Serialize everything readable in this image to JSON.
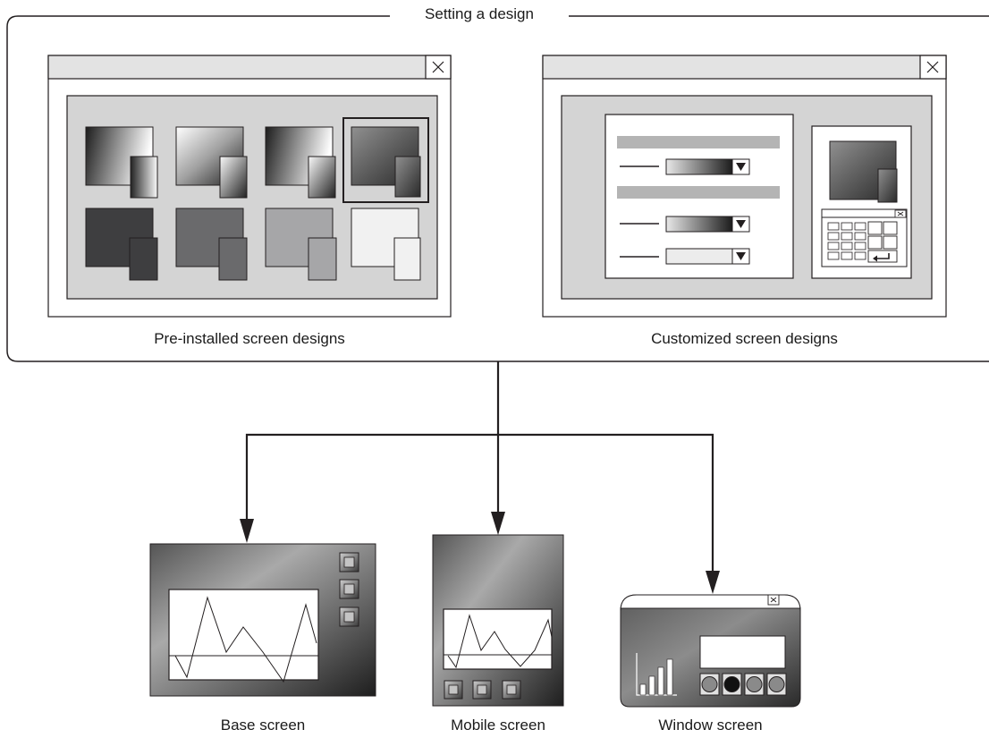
{
  "group": {
    "title": "Setting a design"
  },
  "windows": [
    {
      "caption": "Pre-installed screen designs",
      "close_glyph": "×"
    },
    {
      "caption": "Customized screen designs",
      "close_glyph": "×"
    }
  ],
  "preinstalled": {
    "designs": [
      {
        "shade": "gradient-dark-light",
        "selected": false
      },
      {
        "shade": "gradient-light-dark",
        "selected": false
      },
      {
        "shade": "gradient-dark-light",
        "selected": false
      },
      {
        "shade": "gradient-mid",
        "selected": true
      },
      {
        "shade": "#3e3e40",
        "selected": false
      },
      {
        "shade": "#6a6a6c",
        "selected": false
      },
      {
        "shade": "#a6a6a8",
        "selected": false
      },
      {
        "shade": "#f1f1f1",
        "selected": false
      }
    ]
  },
  "targets": [
    {
      "caption": "Base screen"
    },
    {
      "caption": "Mobile screen"
    },
    {
      "caption": "Window screen"
    }
  ],
  "colors": {
    "window_titlebar": "#e3e3e3",
    "window_content": "#d4d4d4",
    "line": "#231f20"
  },
  "icons": [
    "close-icon",
    "arrow-down-icon",
    "enter-key-icon",
    "bar-chart-icon"
  ]
}
